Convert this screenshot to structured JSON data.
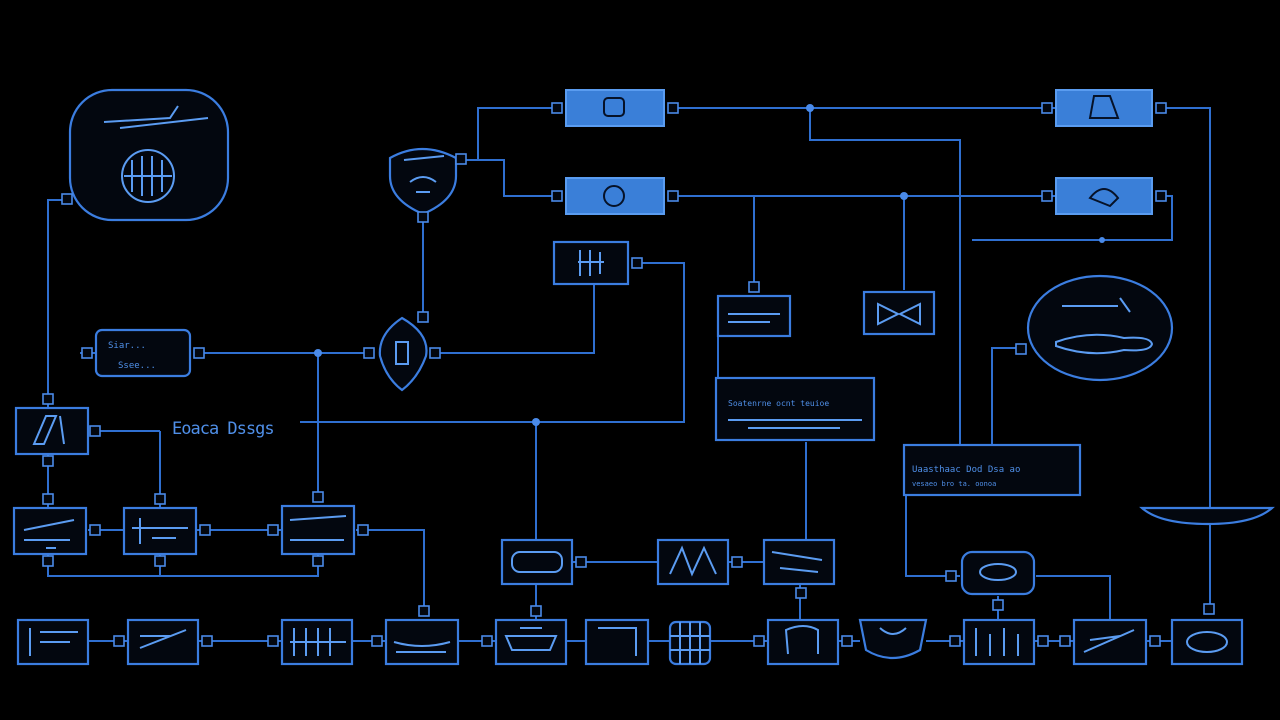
{
  "diagram": {
    "caption_left": "Eoaca Dssgs",
    "box_label_a": "Siar...",
    "box_label_b": "Ssee...",
    "big_label": "Soatenrne ocnt teuioe",
    "right_note_line1": "Uaasthaac Dod Dsa ao",
    "right_note_line2": "vesaeo bro ta. oonoa",
    "colors": {
      "wire": "#2f6fd0",
      "node": "#3b7de0",
      "fill": "#3a7fd8",
      "background": "#000000"
    }
  }
}
